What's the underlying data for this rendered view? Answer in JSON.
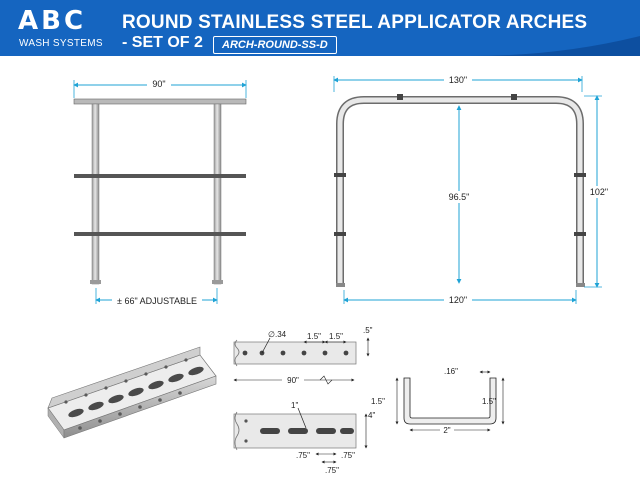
{
  "brand": {
    "logo_text": "ABC",
    "logo_subtitle": "WASH SYSTEMS"
  },
  "header": {
    "title_line1": "ROUND STAINLESS STEEL APPLICATOR ARCHES",
    "title_line2": "- SET OF 2",
    "sku": "ARCH-ROUND-SS-D"
  },
  "colors": {
    "header_blue": "#1565c0",
    "dimension_cyan": "#1fa3d6",
    "steel": "#c7c7c7"
  },
  "side_view": {
    "width_label": "90\"",
    "adjustable_label": "± 66\" ADJUSTABLE"
  },
  "front_view": {
    "width_top_label": "130\"",
    "inner_height_label": "96.5\"",
    "outer_height_label": "102\"",
    "inner_width_label": "120\""
  },
  "channel_top_view": {
    "hole_diameter_label": "∅.34",
    "spacing_label_1": "1.5\"",
    "spacing_label_2": "1.5\"",
    "edge_label": ".5\"",
    "length_label": "90\""
  },
  "channel_slot_view": {
    "slot_label": "1\"",
    "width_label": "4\"",
    "label_a": ".75\"",
    "label_b": ".75\"",
    "label_c": ".75\""
  },
  "channel_section": {
    "flange_label": ".16\"",
    "left_height_label": "1.5\"",
    "right_height_label": "1.5\"",
    "base_label": "2\""
  }
}
